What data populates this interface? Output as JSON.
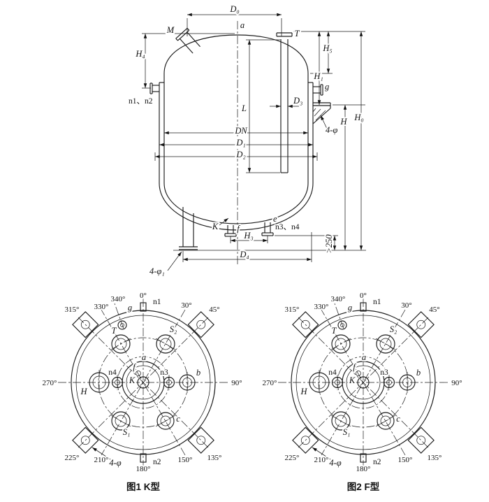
{
  "figure": {
    "caption_k": "图1 K型",
    "caption_f": "图2 F型"
  },
  "vessel": {
    "dims": {
      "d0": "D₀",
      "h4": "H₄",
      "h5": "H₅",
      "h1": "H₁",
      "h": "H",
      "h0": "H₀",
      "l": "L",
      "d3": "D₃",
      "dn": "DN",
      "d1": "D₁",
      "d2": "D₂",
      "h3": "H₃",
      "d4": "D₄",
      "clearance": ">250",
      "lug_holes": "4-φ",
      "leg_holes": "4-φ₁"
    },
    "nozzles": {
      "m": "M",
      "a": "a",
      "t": "T",
      "g": "g",
      "n1n2": "n1、n2",
      "k": "K",
      "f": "f",
      "e": "e",
      "n3n4": "n3、n4"
    }
  },
  "plan_k": {
    "angles": {
      "a0": "0°",
      "a30": "30°",
      "a45": "45°",
      "a90": "90°",
      "a135": "135°",
      "a150": "150°",
      "a180": "180°",
      "a210": "210°",
      "a225": "225°",
      "a270": "270°",
      "a315": "315°",
      "a330": "330°",
      "a340": "340°"
    },
    "labels": {
      "n1": "n1",
      "n2": "n2",
      "g": "g",
      "t": "T",
      "s2": "S₂",
      "b": "b",
      "n3": "n3",
      "n4": "n4",
      "k": "K",
      "f": "f",
      "a": "a",
      "h": "H",
      "s1": "S₁",
      "c": "c",
      "holes": "4-φ"
    }
  },
  "plan_f": {
    "angles": {
      "a0": "0°",
      "a30": "30°",
      "a45": "45°",
      "a90": "90°",
      "a135": "135°",
      "a150": "150°",
      "a180": "180°",
      "a210": "210°",
      "a225": "225°",
      "a270": "270°",
      "a315": "315°",
      "a330": "330°",
      "a340": "340°"
    },
    "labels": {
      "n1": "n1",
      "n2": "n2",
      "g": "g",
      "t": "T",
      "s2": "S₂",
      "b": "b",
      "n3": "n3",
      "n4": "n4",
      "k": "K",
      "f": "f",
      "a": "a",
      "h": "H",
      "s1": "S₁",
      "c": "c",
      "holes": "4-φ"
    }
  }
}
